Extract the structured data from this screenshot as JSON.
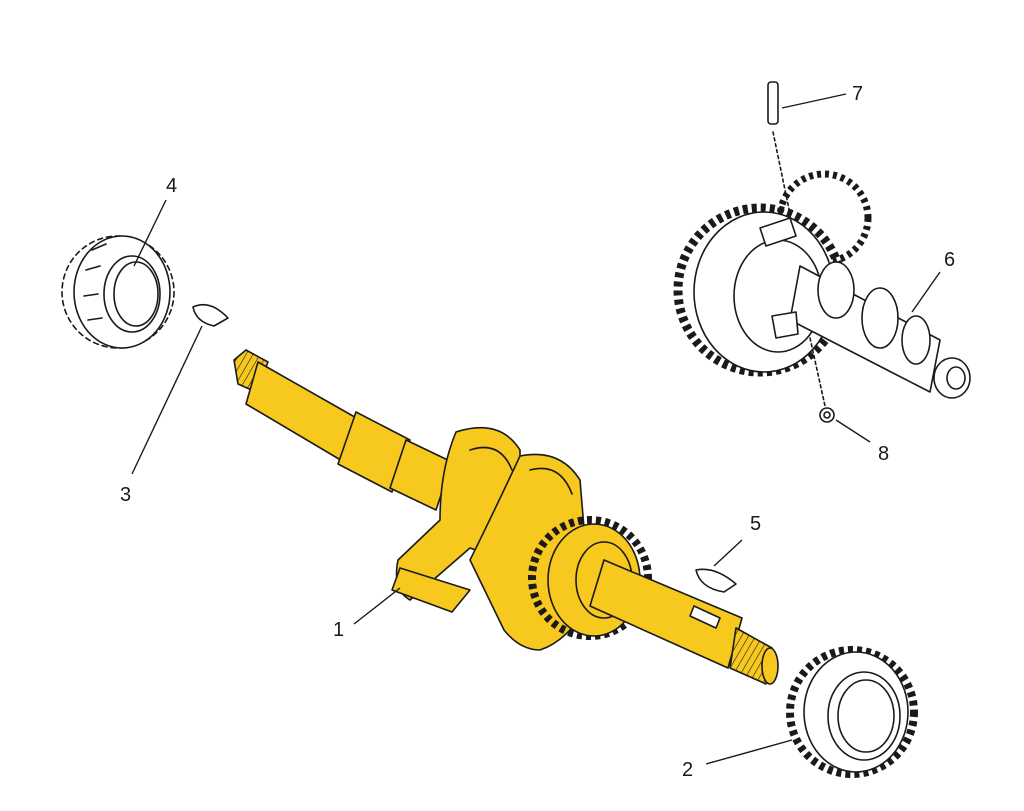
{
  "diagram": {
    "highlight_color": "#F7C81E",
    "line_color": "#1a1a1a",
    "background": "#ffffff",
    "callouts": [
      {
        "id": "1",
        "label": "1"
      },
      {
        "id": "2",
        "label": "2"
      },
      {
        "id": "3",
        "label": "3"
      },
      {
        "id": "4",
        "label": "4"
      },
      {
        "id": "5",
        "label": "5"
      },
      {
        "id": "6",
        "label": "6"
      },
      {
        "id": "7",
        "label": "7"
      },
      {
        "id": "8",
        "label": "8"
      }
    ]
  }
}
